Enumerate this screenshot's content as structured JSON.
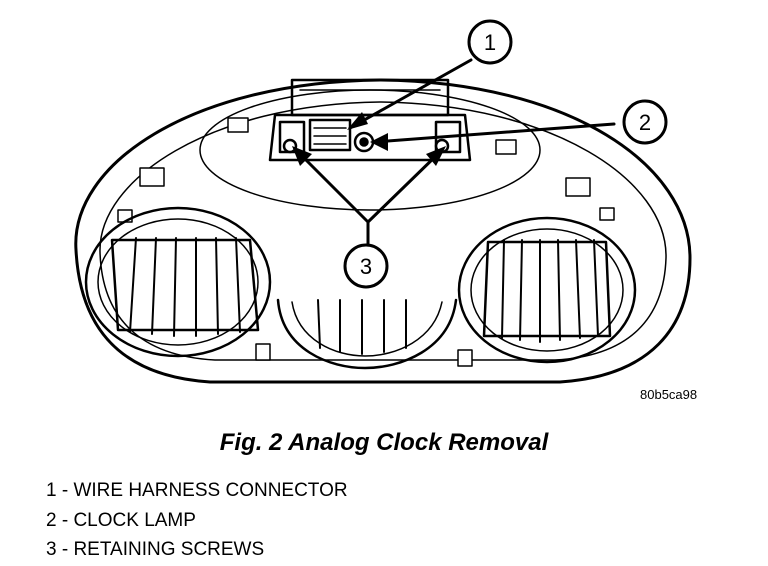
{
  "figure": {
    "code_id": "80b5ca98",
    "caption": "Fig. 2 Analog Clock Removal"
  },
  "callouts": [
    {
      "number": "1"
    },
    {
      "number": "2"
    },
    {
      "number": "3"
    }
  ],
  "legend": [
    {
      "text": "1 - WIRE HARNESS CONNECTOR"
    },
    {
      "text": "2 - CLOCK LAMP"
    },
    {
      "text": "3 - RETAINING SCREWS"
    }
  ]
}
